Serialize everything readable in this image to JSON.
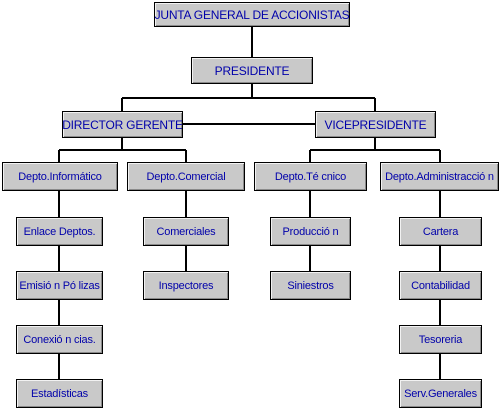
{
  "colors": {
    "box_fill": "#c9c9c9",
    "text": "#0000aa",
    "lines": "#000000",
    "background": "#ffffff"
  },
  "nodes": {
    "junta": "JUNTA GENERAL DE ACCIONISTAS",
    "presidente": "PRESIDENTE",
    "director_gerente": "DIRECTOR GERENTE",
    "vicepresidente": "VICEPRESIDENTE",
    "depto_informatico": "Depto.Informático",
    "depto_comercial": "Depto.Comercial",
    "depto_tecnico": "Depto.Té cnico",
    "depto_administracion": "Depto.Administracció n",
    "enlace_deptos": "Enlace Deptos.",
    "emision_polizas": "Emisió n Pó lizas",
    "conexion_cias": "Conexió n cias.",
    "estadisticas": "Estadísticas",
    "comerciales": "Comerciales",
    "inspectores": "Inspectores",
    "produccion": "Producció n",
    "siniestros": "Siniestros",
    "cartera": "Cartera",
    "contabilidad": "Contabilidad",
    "tesoreria": "Tesoreria",
    "serv_generales": "Serv.Generales"
  }
}
